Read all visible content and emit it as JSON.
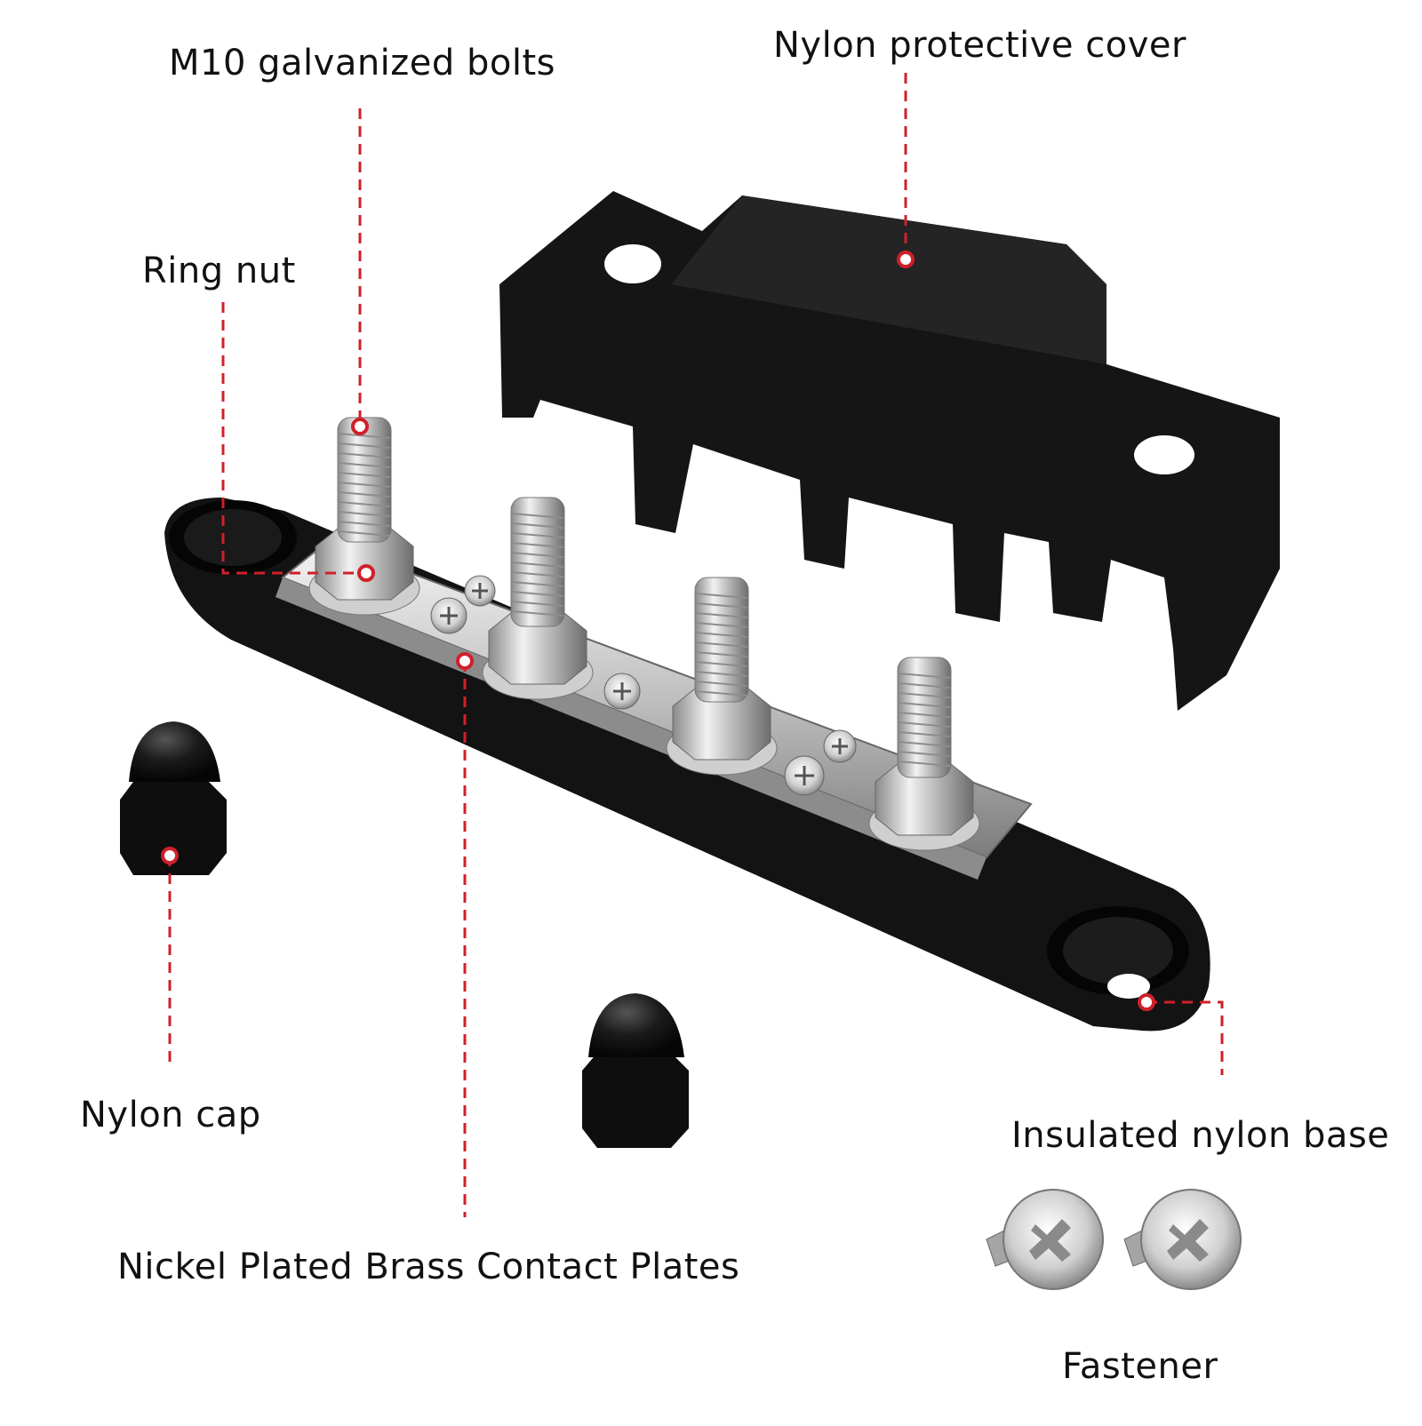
{
  "labels": {
    "bolts": "M10 galvanized bolts",
    "cover": "Nylon protective cover",
    "ring_nut": "Ring nut",
    "nylon_cap": "Nylon cap",
    "base": "Insulated nylon base",
    "plates": "Nickel Plated Brass Contact Plates",
    "fastener": "Fastener"
  },
  "colors": {
    "leader": "#d0202a",
    "nylon": "#141414",
    "metal": "#c9c9c9",
    "text": "#111111"
  },
  "parts": {
    "bolt_count": 4,
    "cap_count": 2,
    "fastener_count": 2
  }
}
